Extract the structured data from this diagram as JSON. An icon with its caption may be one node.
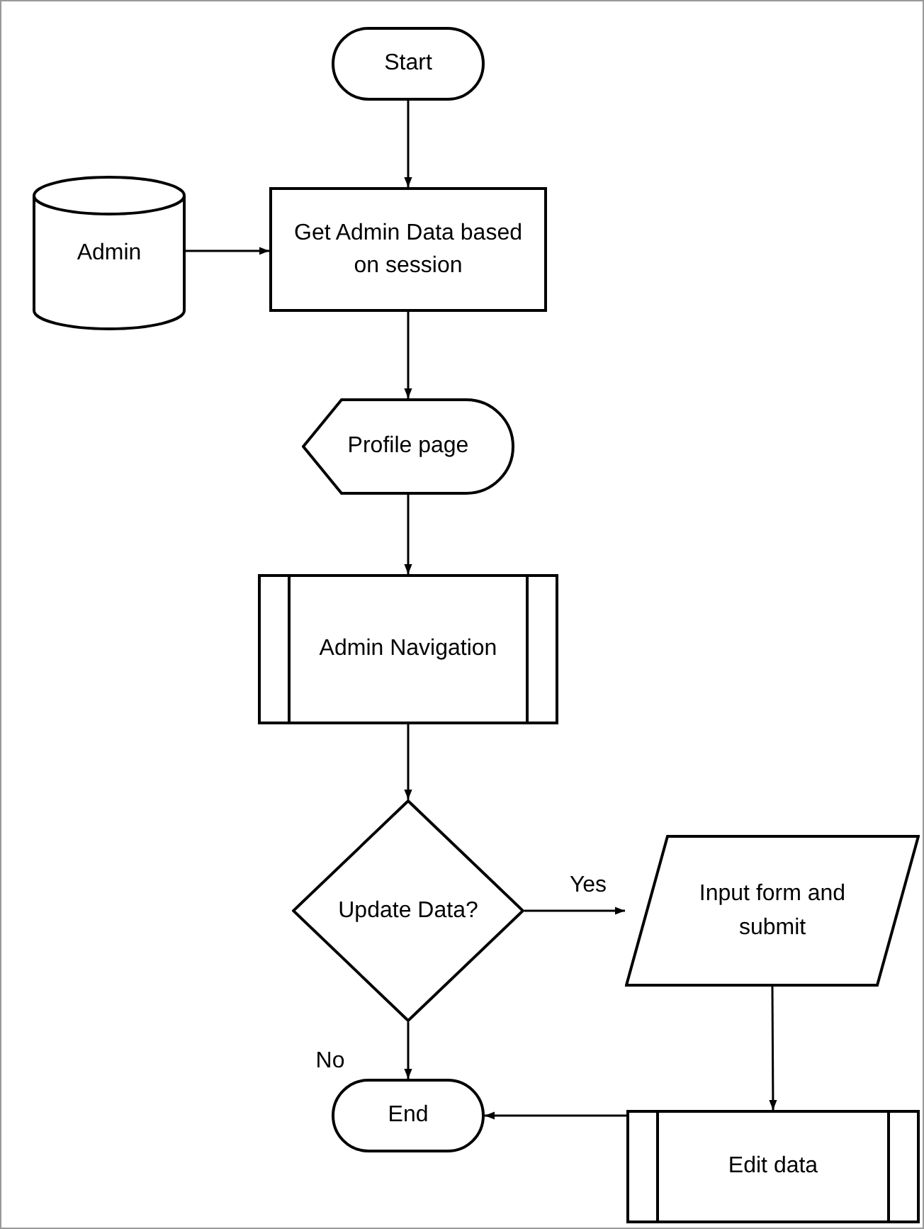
{
  "diagram": {
    "nodes": [
      {
        "text": [
          "Start"
        ]
      },
      {
        "text": [
          "Admin"
        ]
      },
      {
        "text": [
          "Get Admin Data based on session"
        ]
      },
      {
        "text": [
          "Profile page"
        ]
      },
      {
        "text": [
          "Admin Navigation"
        ]
      },
      {
        "text": [
          "Update Data?"
        ]
      },
      {
        "text": [
          "Input form and submit"
        ]
      },
      {
        "text": [
          "Edit data"
        ]
      },
      {
        "text": [
          "End"
        ]
      }
    ],
    "edges": [
      {
        "from": 0,
        "to": 2,
        "arrow": "to"
      },
      {
        "from": 1,
        "to": 2,
        "arrow": "to"
      },
      {
        "from": 2,
        "to": 3,
        "arrow": "to"
      },
      {
        "from": 3,
        "to": 4,
        "arrow": "to"
      },
      {
        "from": 4,
        "to": 5,
        "arrow": "to"
      },
      {
        "from": 5,
        "to": 6,
        "arrow": "to",
        "label": "Yes"
      },
      {
        "from": 5,
        "to": 8,
        "arrow": "to",
        "label": "No"
      },
      {
        "from": 6,
        "to": 7,
        "arrow": "to"
      },
      {
        "from": 7,
        "to": 8,
        "arrow": "to"
      }
    ]
  }
}
